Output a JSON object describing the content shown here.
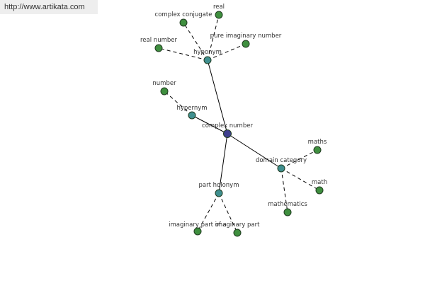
{
  "watermark": {
    "url": "http://www.artikata.com"
  },
  "colors": {
    "center": "#3f3f8f",
    "relation": "#3f8f8f",
    "leaf": "#3f8f3f"
  },
  "nodes": [
    {
      "id": "complex-number",
      "label": "complex number",
      "kind": "center"
    },
    {
      "id": "hyponym",
      "label": "hyponym",
      "kind": "relation"
    },
    {
      "id": "hypernym",
      "label": "hypernym",
      "kind": "relation"
    },
    {
      "id": "domain-category",
      "label": "domain category",
      "kind": "relation"
    },
    {
      "id": "part-holonym",
      "label": "part holonym",
      "kind": "relation"
    },
    {
      "id": "complex-conjugate",
      "label": "complex conjugate",
      "kind": "leaf"
    },
    {
      "id": "real",
      "label": "real",
      "kind": "leaf"
    },
    {
      "id": "real-number",
      "label": "real number",
      "kind": "leaf"
    },
    {
      "id": "pure-imaginary-number",
      "label": "pure imaginary number",
      "kind": "leaf"
    },
    {
      "id": "number",
      "label": "number",
      "kind": "leaf"
    },
    {
      "id": "maths",
      "label": "maths",
      "kind": "leaf"
    },
    {
      "id": "math",
      "label": "math",
      "kind": "leaf"
    },
    {
      "id": "mathematics",
      "label": "mathematics",
      "kind": "leaf"
    },
    {
      "id": "imaginary-part-of-a",
      "label": "imaginary part of a",
      "kind": "leaf"
    },
    {
      "id": "imaginary-part",
      "label": "imaginary part",
      "kind": "leaf"
    }
  ],
  "edges": [
    {
      "from": "complex-number",
      "to": "hyponym",
      "style": "solid"
    },
    {
      "from": "complex-number",
      "to": "hypernym",
      "style": "solid"
    },
    {
      "from": "complex-number",
      "to": "domain-category",
      "style": "solid"
    },
    {
      "from": "complex-number",
      "to": "part-holonym",
      "style": "solid"
    },
    {
      "from": "hyponym",
      "to": "complex-conjugate",
      "style": "dashed"
    },
    {
      "from": "hyponym",
      "to": "real",
      "style": "dashed"
    },
    {
      "from": "hyponym",
      "to": "real-number",
      "style": "dashed"
    },
    {
      "from": "hyponym",
      "to": "pure-imaginary-number",
      "style": "dashed"
    },
    {
      "from": "hypernym",
      "to": "number",
      "style": "dashed"
    },
    {
      "from": "domain-category",
      "to": "maths",
      "style": "dashed"
    },
    {
      "from": "domain-category",
      "to": "math",
      "style": "dashed"
    },
    {
      "from": "domain-category",
      "to": "mathematics",
      "style": "dashed"
    },
    {
      "from": "part-holonym",
      "to": "imaginary-part-of-a",
      "style": "dashed"
    },
    {
      "from": "part-holonym",
      "to": "imaginary-part",
      "style": "dashed"
    }
  ]
}
